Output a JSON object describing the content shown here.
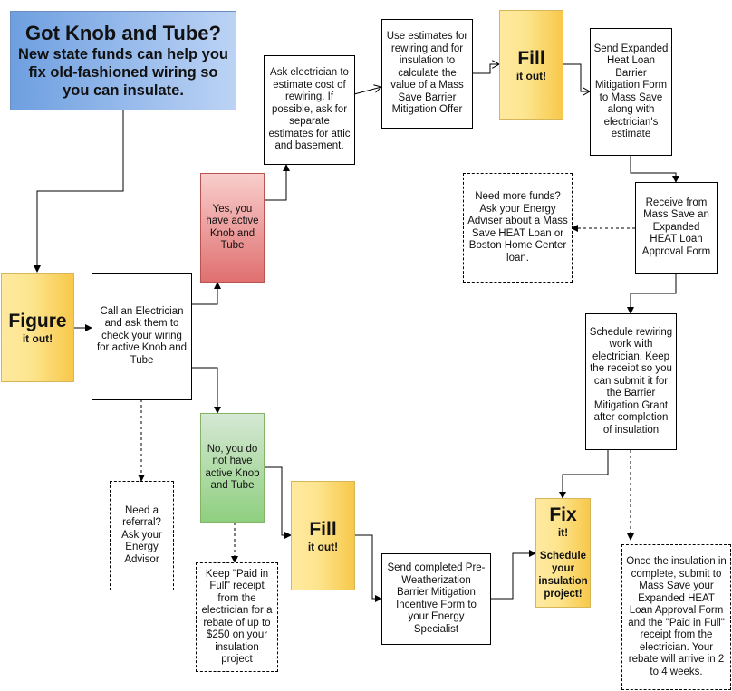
{
  "title": {
    "heading": "Got Knob and Tube?",
    "subheading": "New state funds can help you fix old-fashioned wiring so you can insulate."
  },
  "nodes": {
    "figure": {
      "big": "Figure",
      "small": "it out!"
    },
    "call_electrician": "Call an Electrician and ask them to check your wiring for active Knob and Tube",
    "yes": "Yes, you have active Knob and Tube",
    "no": "No, you do not have active Knob and Tube",
    "referral": "Need a referral? Ask your Energy Advisor",
    "paid_in_full": "Keep \"Paid in Full\" receipt from the electrician for a rebate of up to $250 on your insulation project",
    "ask_estimate": "Ask electrician to estimate cost of rewiring. If possible, ask for separate estimates for attic and basement.",
    "use_estimates": "Use estimates for rewiring and for insulation to calculate the value of a Mass Save Barrier Mitigation Offer",
    "fill_top": {
      "big": "Fill",
      "small": "it out!"
    },
    "send_expanded": "Send Expanded Heat Loan Barrier Mitigation Form to Mass Save along with electrician's estimate",
    "receive_approval": "Receive from Mass Save an Expanded HEAT Loan Approval Form",
    "more_funds": "Need more funds? Ask your Energy Adviser about a Mass Save HEAT Loan or Boston Home Center loan.",
    "schedule_rewiring": "Schedule rewiring work with electrician. Keep the receipt so you can submit it for the Barrier Mitigation Grant after completion of insulation",
    "fill_bottom": {
      "big": "Fill",
      "small": "it out!"
    },
    "send_completed": "Send completed Pre-Weatherization Barrier Mitigation Incentive Form to your Energy Specialist",
    "fix": {
      "big": "Fix",
      "small": "it!",
      "note": "Schedule your insulation project!"
    },
    "once_insulation": "Once the insulation in complete, submit to Mass Save your Expanded HEAT Loan Approval Form and the \"Paid in Full\" receipt from the electrician. Your rebate will arrive in 2 to 4 weeks."
  }
}
